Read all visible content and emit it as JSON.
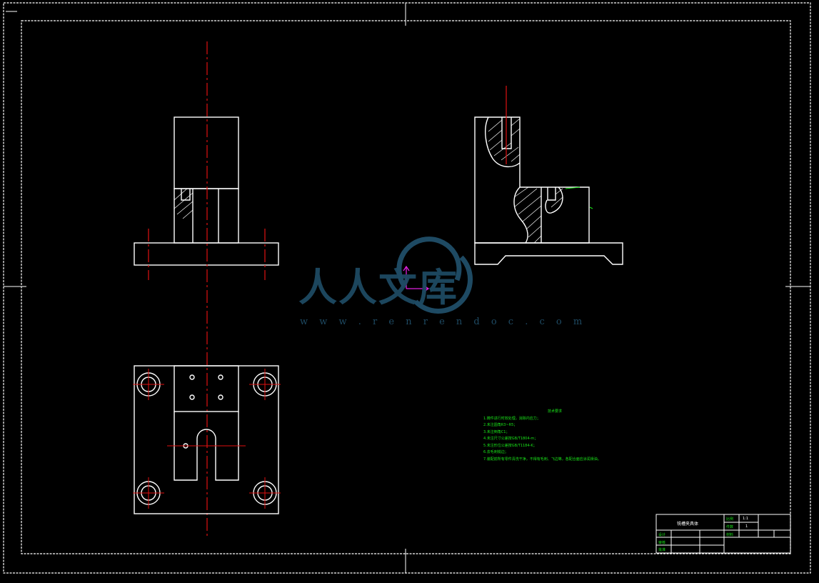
{
  "watermark": {
    "text": "人人文库",
    "url": "w w w . r e n r e n d o c . c o m"
  },
  "colors": {
    "background": "#000000",
    "outline": "#ffffff",
    "centerline": "#e01010",
    "notes": "#19e619",
    "watermark": "#1e4a63",
    "cursor": "#e020e0"
  },
  "tech_notes": {
    "title": "技术要求",
    "lines": [
      "1.铸件进行时效处理，消除内应力；",
      "2.未注圆角R3~R5；",
      "3.未注倒角C1；",
      "4.未注尺寸公差按GB/T1804-m；",
      "5.未注形位公差按GB/T1184-K；",
      "6.去毛刺锐边；",
      "7.装配前所有零件清洗干净，不得有毛刺、飞边等，各配合面应涂润滑油。"
    ]
  },
  "title_block": {
    "name": "铣槽夹具体",
    "scale_label": "比例",
    "scale_value": "1:1",
    "qty_label": "件数",
    "qty_value": "1",
    "design_label": "设计",
    "check_label": "审核",
    "approve_label": "批准",
    "material_label": "材料"
  }
}
